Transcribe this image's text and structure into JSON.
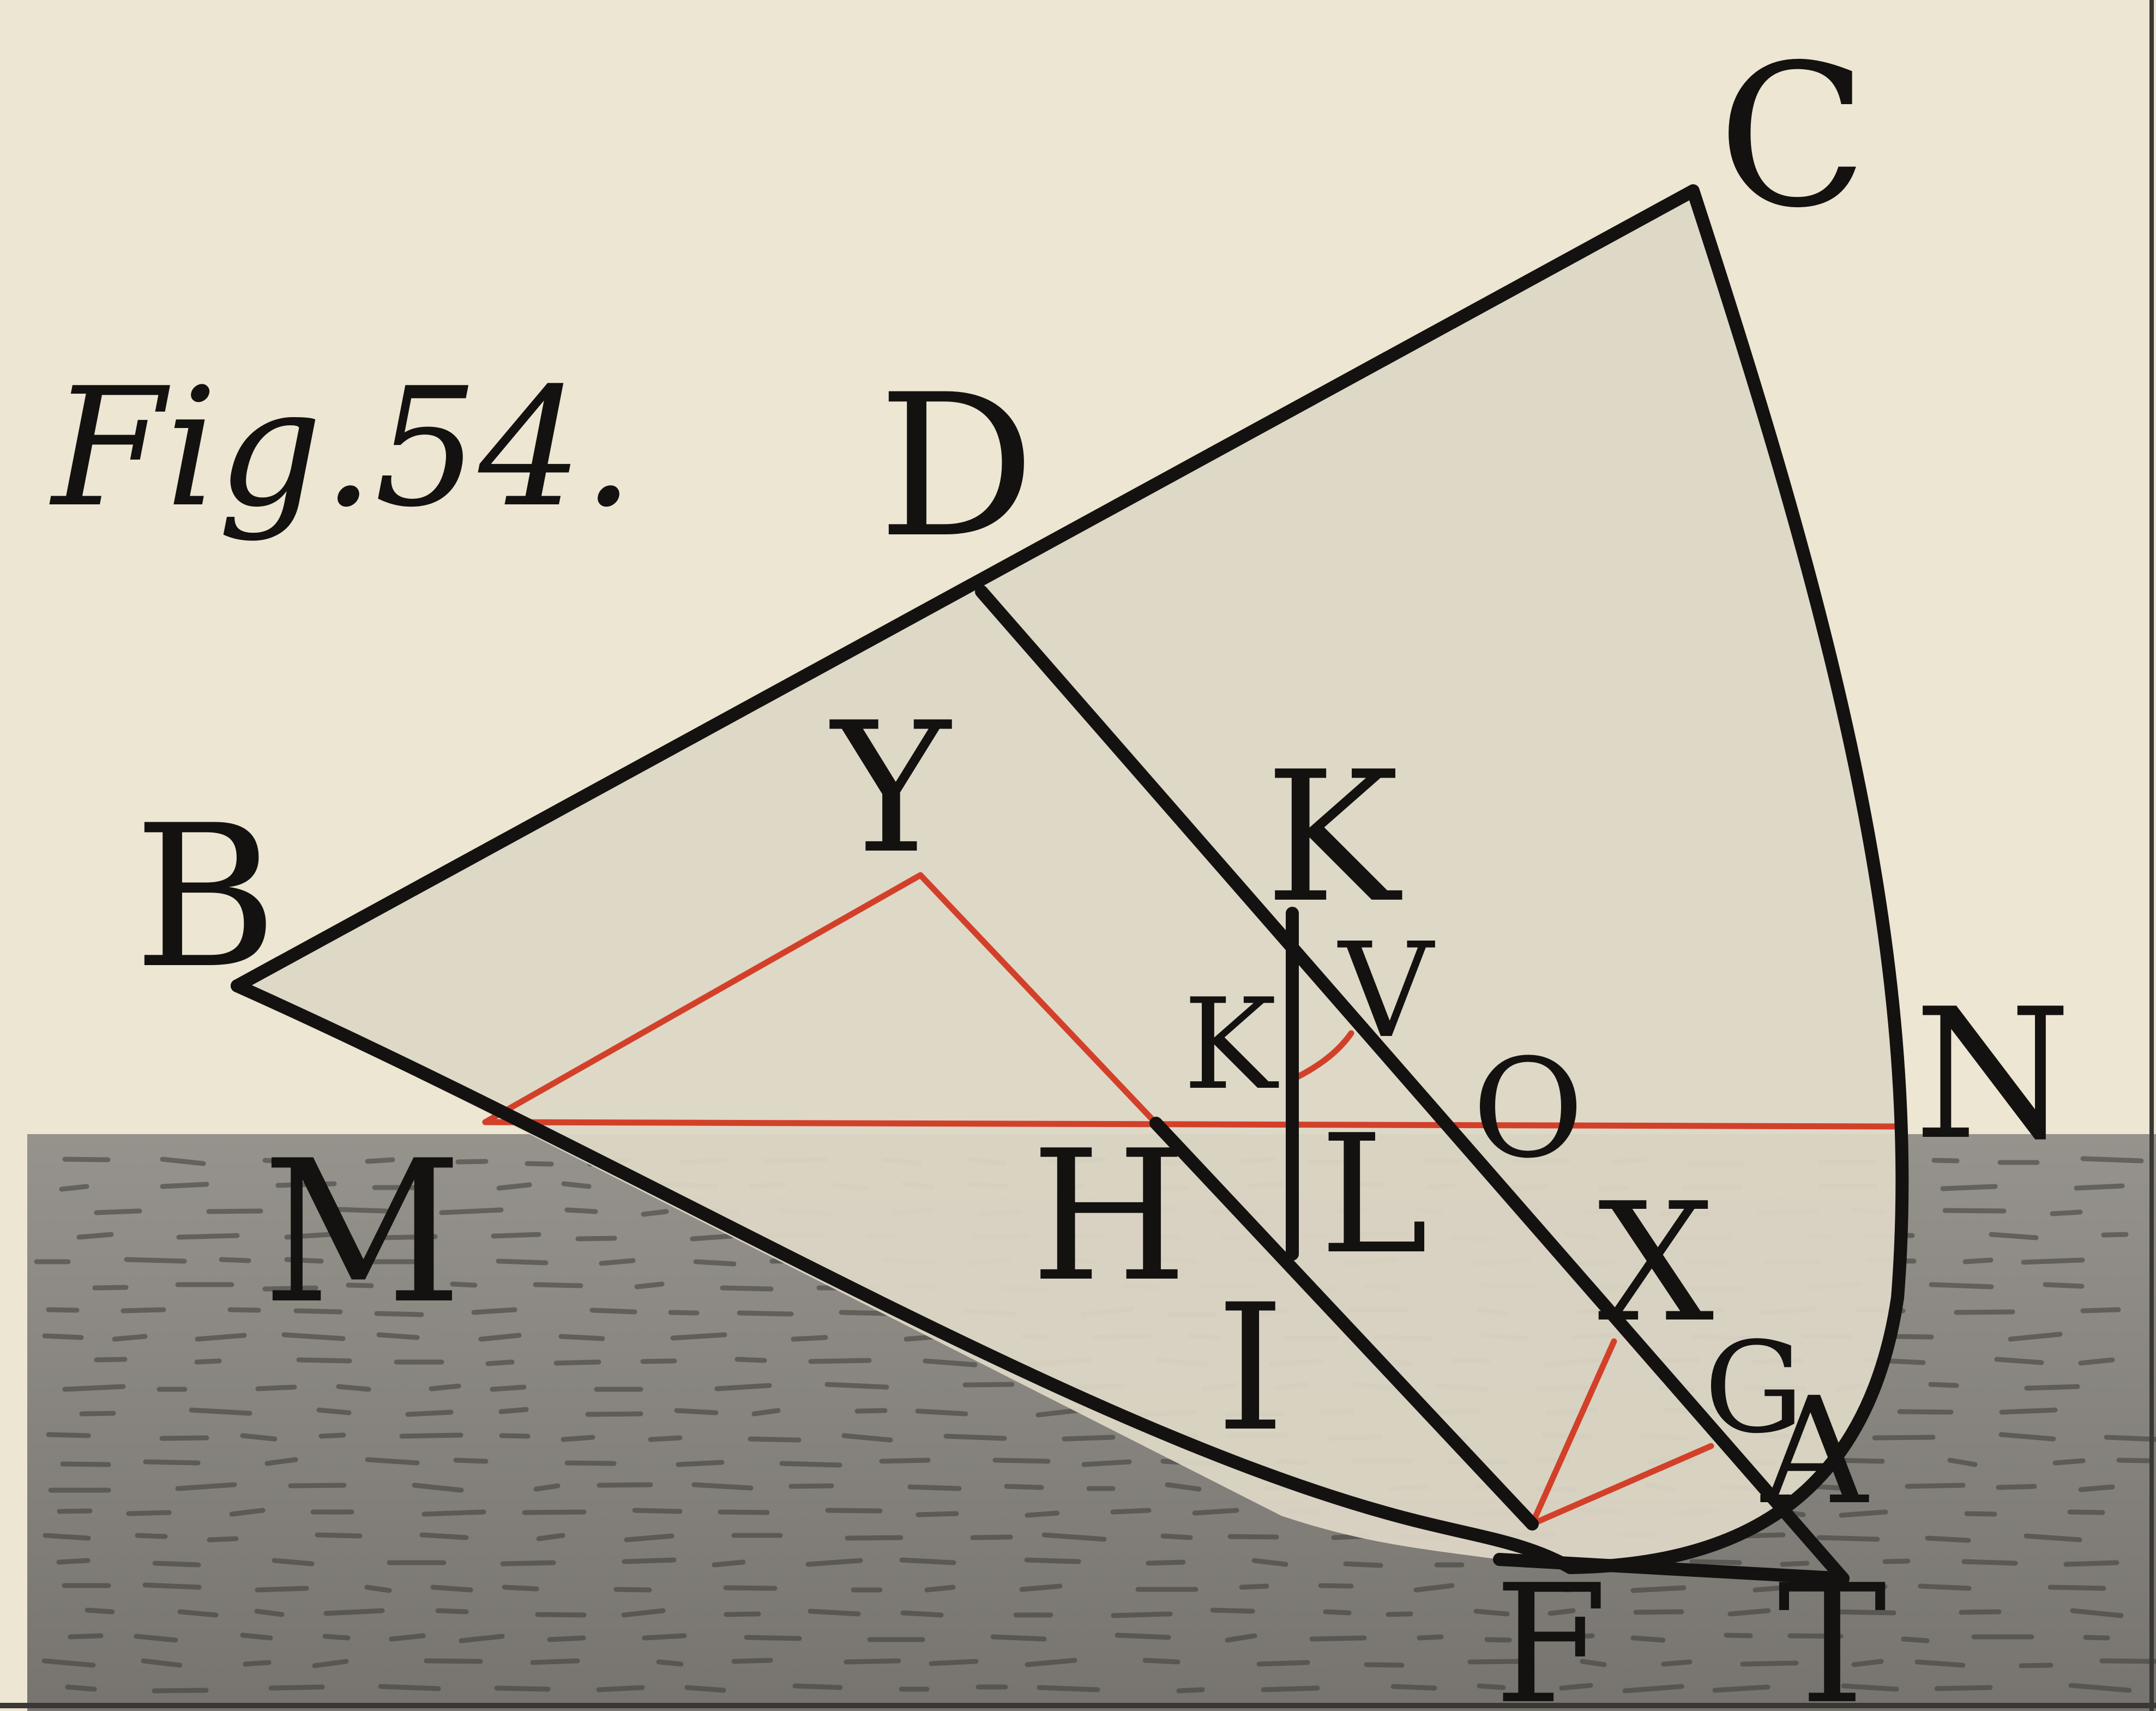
{
  "figure": {
    "title": "Fig.54.",
    "labels": {
      "B": "B",
      "C": "C",
      "D": "D",
      "Y": "Y",
      "K": "K",
      "K_small": "K",
      "V": "V",
      "N": "N",
      "O": "O",
      "M": "M",
      "H": "H",
      "L": "L",
      "X": "X",
      "I": "I",
      "G": "G",
      "A": "A",
      "F": "F",
      "T": "T"
    }
  },
  "colors": {
    "paper": "#ece6d2",
    "figure_fill": "#ddd7c6",
    "ink": "#141210",
    "red_line": "#d3402a",
    "water": "#8a8782",
    "water_dark": "#6e6b66"
  }
}
